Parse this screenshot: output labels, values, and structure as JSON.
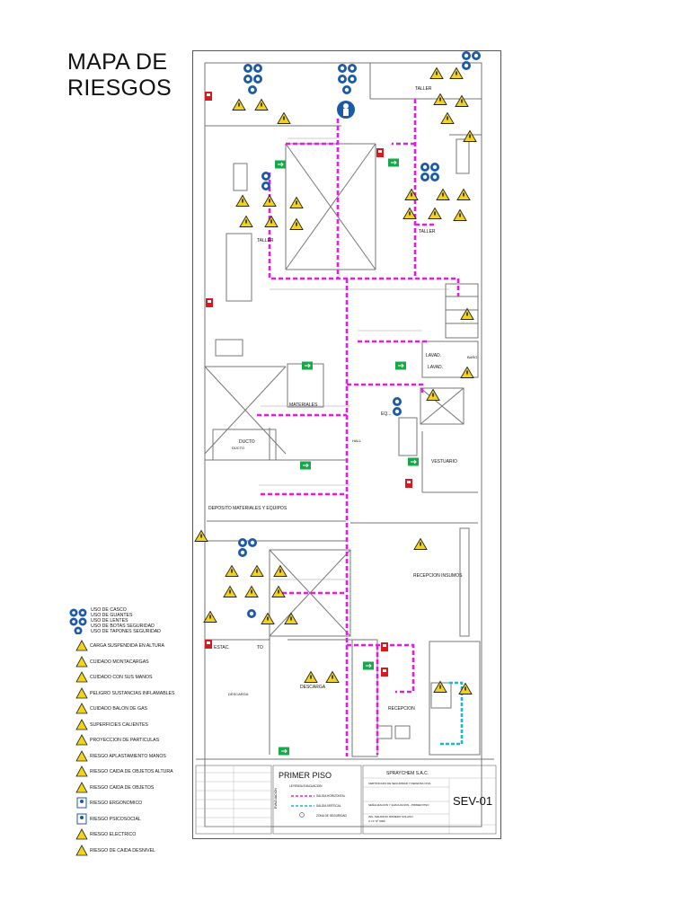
{
  "title": {
    "line1": "MAPA DE",
    "line2": "RIESGOS"
  },
  "colors": {
    "evac_route": "#e020e0",
    "wall": "#777777",
    "warning": "#f3d21a",
    "mandatory": "#1c5aa8",
    "exit_sign": "#18a84a",
    "fire_equip": "#d71920",
    "vertical_exit": "#19b7d3"
  },
  "plan": {
    "rooms": [
      "TALLER",
      "TALLER",
      "TALLER",
      "MATERIALES",
      "DUCTO",
      "DUCTO",
      "DEPOSITO MATERIALES Y EQUIPOS",
      "LAVAD.",
      "LAVAD.",
      "BAÑO",
      "EQ...",
      "VESTUARIO",
      "RECEPCION INSUMOS",
      "ESTAC.",
      "TO",
      "DESCARGA",
      "DESCARGA",
      "RECEPCION",
      "HALL"
    ],
    "floor_label": "PRIMER PISO",
    "company": "SPRAYCHEM S.A.C.",
    "sheet_code": "SEV-01",
    "subtitle": "CERTIFICADO DE SEGURIDAD Y DEFENSA CIVIL",
    "drawing": "SEÑALIZACION Y EVACUACION - PRIMER PISO",
    "professional": "ING. MAURICIO ROMERO SOLANO",
    "cip": "C.I.P. Nº 0000"
  },
  "legend": {
    "ppe": [
      "USO DE CASCO",
      "USO DE GUANTES",
      "USO DE LENTES",
      "USO DE BOTAS SEGURIDAD",
      "USO DE TAPONES SEGURIDAD"
    ],
    "risks": [
      "CARGA SUSPENDIDA EN ALTURA",
      "CUIDADO MONTACARGAS",
      "CUIDADO CON SUS MANOS",
      "PELIGRO SUSTANCIAS INFLAMABLES",
      "CUIDADO BALON DE GAS",
      "SUPERFICIES CALIENTES",
      "PROYECCION DE PARTICULAS",
      "RIESGO APLASTAMIENTO MANOS",
      "RIESGO CAIDA DE OBJETOS ALTURA",
      "RIESGO CAIDA DE OBJETOS",
      "RIESGO ERGONOMICO",
      "RIESGO PSICOSOCIAL",
      "RIESGO ELECTRICO",
      "RIESGO DE CAIDA DESNIVEL"
    ]
  },
  "route_legend": {
    "header": "LEYENDA  EVACUACION",
    "items": [
      "SALIDA HORIZONTAL",
      "SALIDA VERTICAL",
      "ZONA DE SEGURIDAD"
    ],
    "side": "EVACUACION"
  }
}
